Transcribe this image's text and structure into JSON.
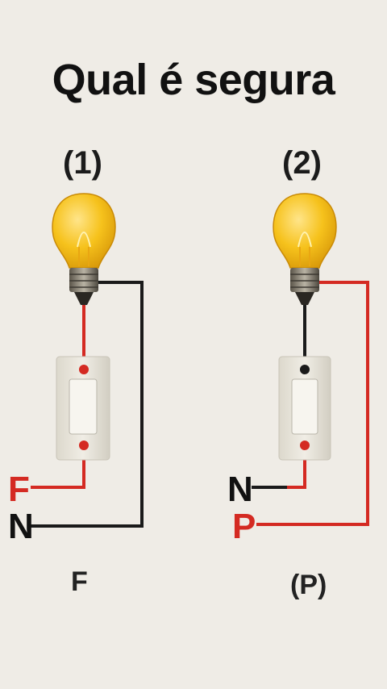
{
  "title": "Qual é segura",
  "circuits": [
    {
      "number": "(1)",
      "label_top": "F",
      "label_bottom": "N",
      "caption": "F",
      "top_wire_color": "#d42a22",
      "return_wire_color": "#1a1a1a"
    },
    {
      "number": "(2)",
      "label_top": "N",
      "label_bottom": "P",
      "caption": "(P)",
      "top_wire_color": "#1a1a1a",
      "return_wire_color": "#d42a22"
    }
  ],
  "colors": {
    "red_wire": "#d42a22",
    "black_wire": "#1a1a1a",
    "bulb_glass": "#f6c21c",
    "switch_plate": "#e8e5dc",
    "background": "#efece6"
  }
}
